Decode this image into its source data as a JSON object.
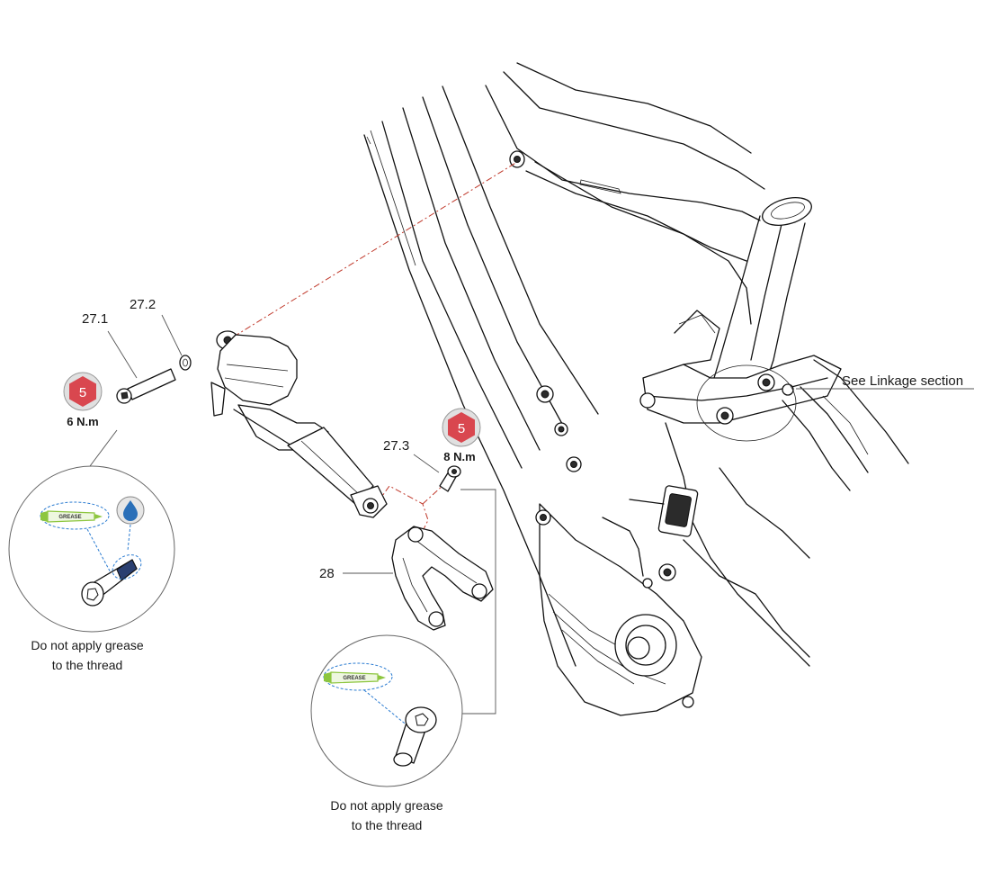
{
  "callouts": {
    "shock_bolt": "27.1",
    "shock_washer": "27.2",
    "link_bolt": "27.3",
    "rocker_link": "28",
    "linkage_ref": "See Linkage section"
  },
  "torque": {
    "shock_bolt": {
      "tool": "5",
      "value": "6 N.m"
    },
    "link_bolt": {
      "tool": "5",
      "value": "8 N.m"
    }
  },
  "details": {
    "left": {
      "tube_label": "GREASE",
      "note_line1": "Do not apply grease",
      "note_line2": "to the thread"
    },
    "right": {
      "tube_label": "GREASE",
      "note_line1": "Do not apply grease",
      "note_line2": "to the thread"
    }
  },
  "colors": {
    "torque_badge": "#d9474f",
    "grease_tube": "#8dc63f",
    "threadlock_drop": "#2a6fb8",
    "axis_line": "#c0392b",
    "detail_line": "#2a7bd1"
  },
  "icons": {
    "torque_badge": "hex-key-icon",
    "grease": "grease-tube-icon",
    "threadlock": "threadlock-drop-icon"
  }
}
